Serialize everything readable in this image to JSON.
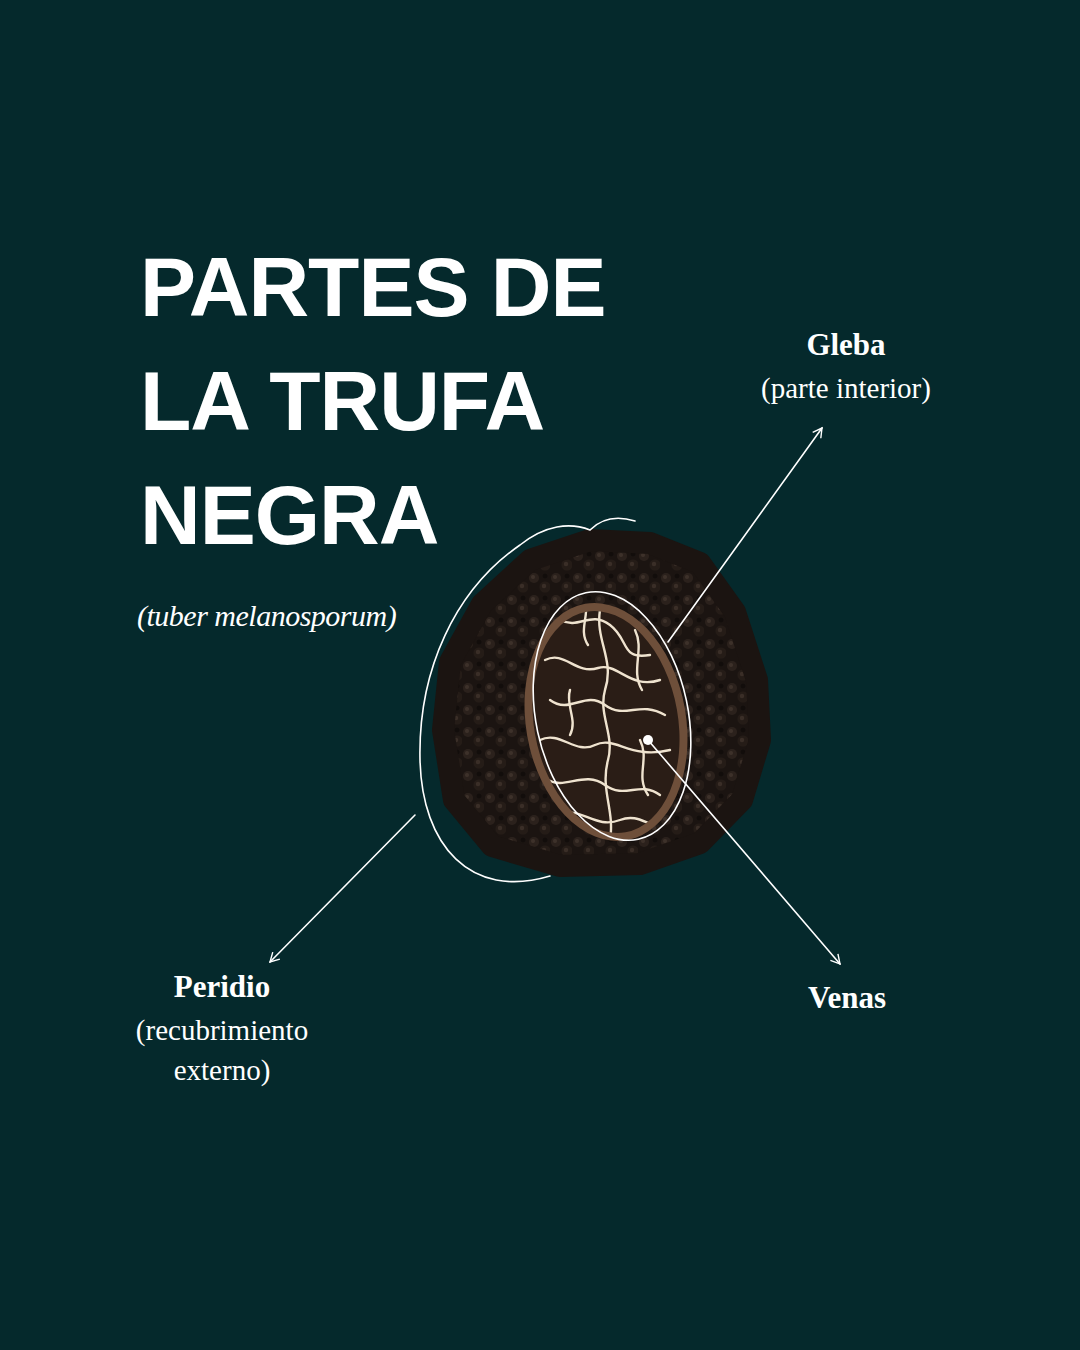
{
  "diagram": {
    "title": "PARTES DE LA TRUFA NEGRA",
    "labels": [
      "(tuber melanosporum)",
      "Gleba",
      "(parte interior)",
      "Peridio",
      "(recubrimiento externo)",
      "Venas"
    ]
  }
}
